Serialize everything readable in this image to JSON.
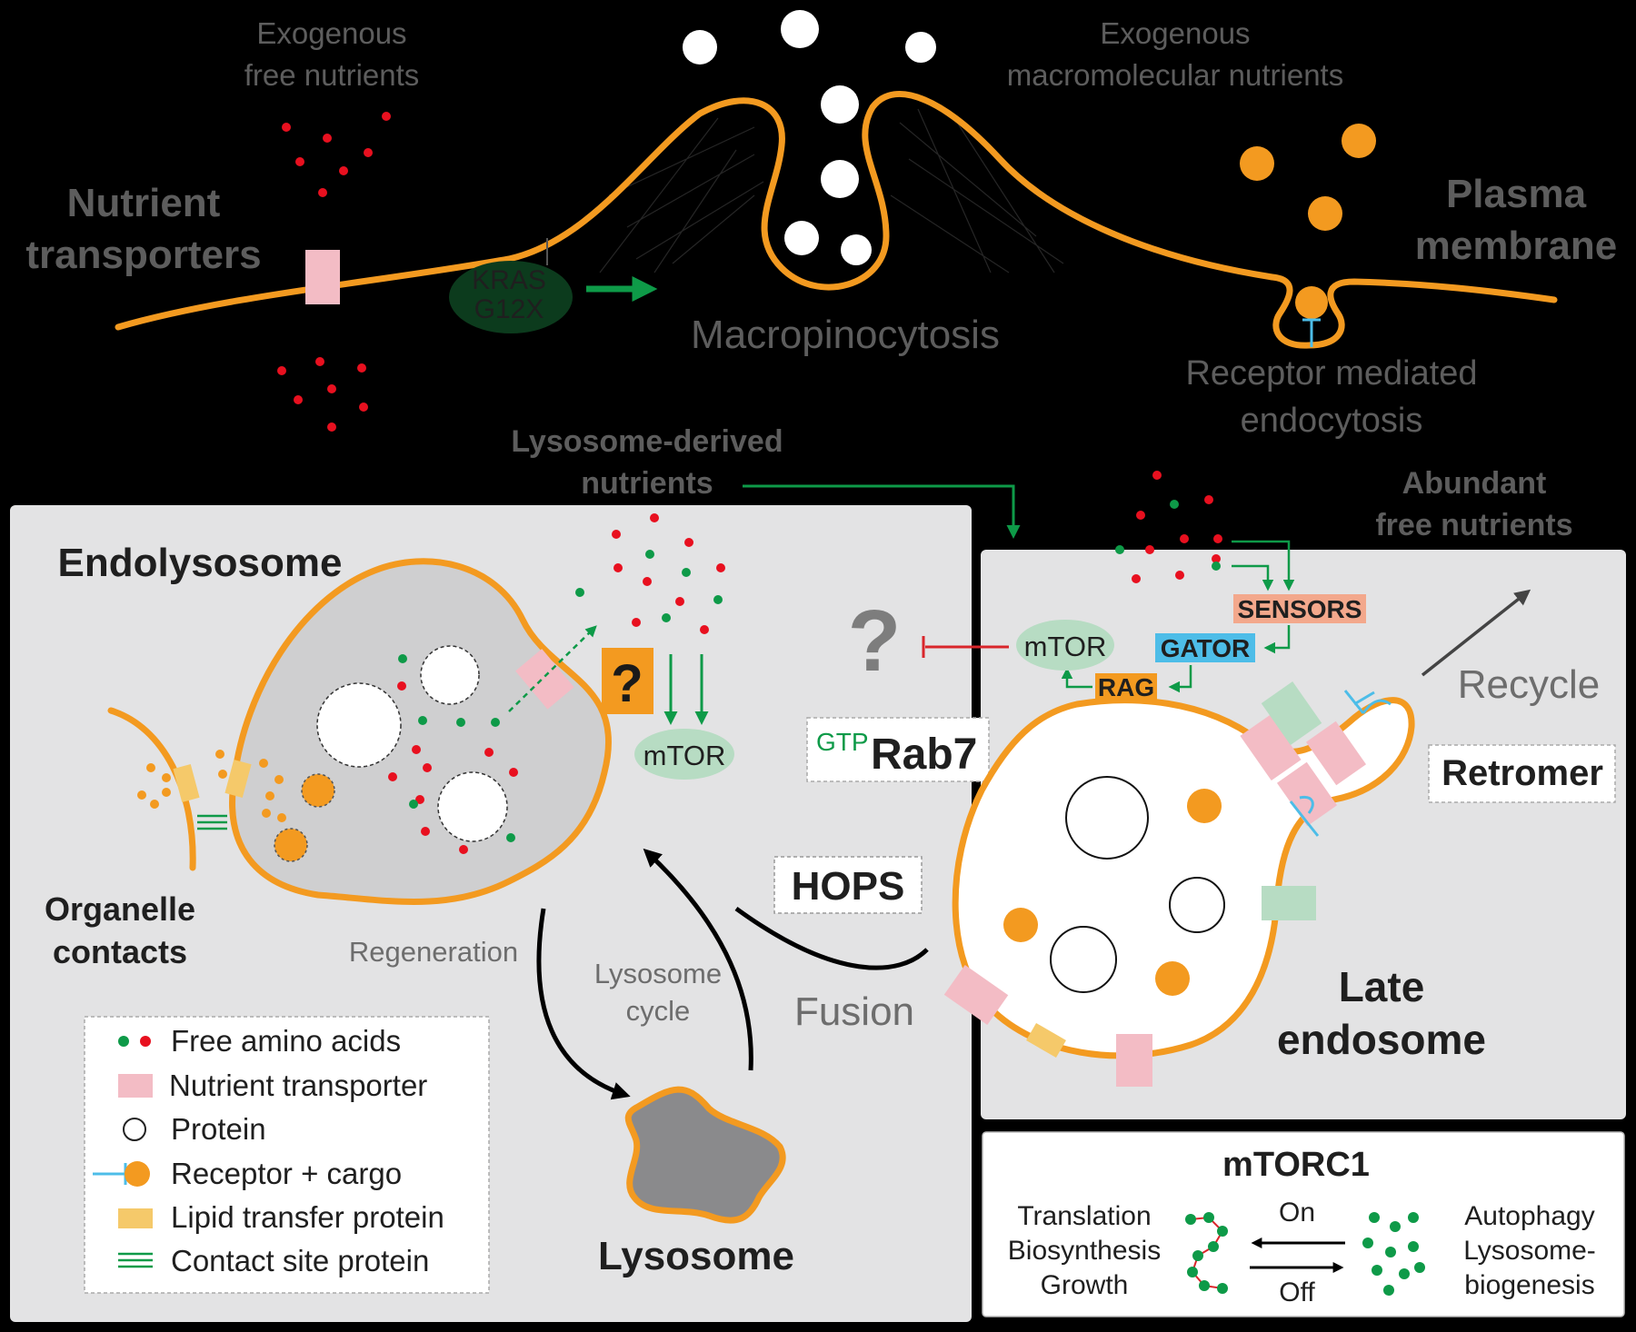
{
  "colors": {
    "background": "#000000",
    "membrane": "#f39a20",
    "amino_red": "#e8101f",
    "amino_green": "#0e9a48",
    "transporter": "#f3bcc5",
    "lipid_transfer": "#f5c96a",
    "panel": "#e3e3e4",
    "sensors": "#f3a88c",
    "gator": "#4dbde8",
    "rag": "#f39a20",
    "mtor_bubble": "#b7dcc3",
    "kras": "#0c3b1d",
    "inhibit": "#d9262b",
    "arrow_green": "#0e9a48"
  },
  "top": {
    "exo_free_l1": "Exogenous",
    "exo_free_l2": "free nutrients",
    "exo_macro_l1": "Exogenous",
    "exo_macro_l2": "macromolecular nutrients",
    "transporters_l1": "Nutrient",
    "transporters_l2": "transporters",
    "plasma_l1": "Plasma",
    "plasma_l2": "membrane",
    "kras_l1": "KRAS",
    "kras_l2": "G12X",
    "macro": "Macropinocytosis",
    "rme_l1": "Receptor mediated",
    "rme_l2": "endocytosis",
    "lyso_derived_l1": "Lysosome-derived",
    "lyso_derived_l2": "nutrients",
    "abundant_l1": "Abundant",
    "abundant_l2": "free nutrients"
  },
  "left": {
    "endolysosome": "Endolysosome",
    "question": "?",
    "mtor": "mTOR",
    "organelle_l1": "Organelle",
    "organelle_l2": "contacts",
    "regeneration": "Regeneration",
    "cycle_l1": "Lysosome",
    "cycle_l2": "cycle",
    "fusion": "Fusion",
    "hops": "HOPS",
    "lysosome": "Lysosome"
  },
  "legend": [
    {
      "icon": "amino-acids-icon",
      "label": "Free amino acids"
    },
    {
      "icon": "transporter-icon",
      "label": "Nutrient transporter"
    },
    {
      "icon": "protein-icon",
      "label": "Protein"
    },
    {
      "icon": "receptor-cargo-icon",
      "label": "Receptor + cargo"
    },
    {
      "icon": "lipid-transfer-icon",
      "label": "Lipid transfer protein"
    },
    {
      "icon": "contact-site-icon",
      "label": "Contact site protein"
    }
  ],
  "right": {
    "question": "?",
    "mtor": "mTOR",
    "sensors": "SENSORS",
    "gator": "GATOR",
    "rag": "RAG",
    "gtp": "GTP",
    "rab7": "Rab7",
    "recycle": "Recycle",
    "retromer": "Retromer",
    "late_l1": "Late",
    "late_l2": "endosome"
  },
  "mtorc1": {
    "title": "mTORC1",
    "left_l1": "Translation",
    "left_l2": "Biosynthesis",
    "left_l3": "Growth",
    "on": "On",
    "off": "Off",
    "right_l1": "Autophagy",
    "right_l2": "Lysosome-",
    "right_l3": "biogenesis"
  }
}
